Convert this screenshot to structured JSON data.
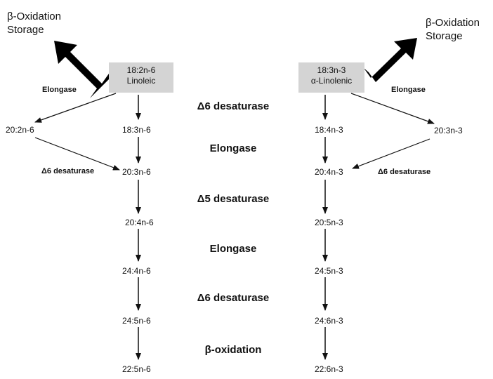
{
  "fates": {
    "left": [
      "β-Oxidation",
      "Storage"
    ],
    "right": [
      "β-Oxidation",
      "Storage"
    ]
  },
  "omega6": {
    "precursor": {
      "formula": "18:2n-6",
      "name": "Linoleic"
    },
    "side": "20:2n-6",
    "chain": [
      "18:3n-6",
      "20:3n-6",
      "20:4n-6",
      "24:4n-6",
      "24:5n-6",
      "22:5n-6"
    ],
    "side_elongase": "Elongase",
    "side_desaturase": "Δ6 desaturase"
  },
  "omega3": {
    "precursor": {
      "formula": "18:3n-3",
      "name": "α-Linolenic"
    },
    "side": "20:3n-3",
    "chain": [
      "18:4n-3",
      "20:4n-3",
      "20:5n-3",
      "24:5n-3",
      "24:6n-3",
      "22:6n-3"
    ],
    "side_elongase": "Elongase",
    "side_desaturase": "Δ6 desaturase"
  },
  "steps": [
    "Δ6 desaturase",
    "Elongase",
    "Δ5 desaturase",
    "Elongase",
    "Δ6 desaturase",
    "β-oxidation"
  ]
}
